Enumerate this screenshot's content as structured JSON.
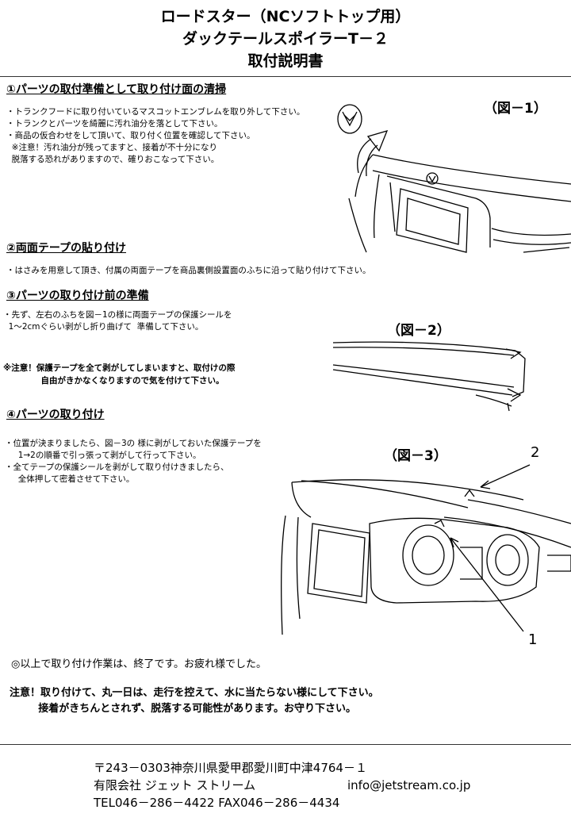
{
  "header": {
    "title_line1": "ロードスター（NCソフトトップ用）",
    "title_line2": "ダックテールスポイラーT－２",
    "title_line3": "取付説明書"
  },
  "section1": {
    "heading": "①パーツの取付準備として取り付け面の清掃",
    "lines": [
      "・トランクフードに取り付いているマスコットエンブレムを取り外して下さい。",
      "・トランクとパーツを綺麗に汚れ油分を落として下さい。",
      "・商品の仮合わせをして頂いて、取り付く位置を確認して下さい。",
      "  ※注意！汚れ油分が残ってますと、接着が不十分になり",
      "  脱落する恐れがありますので、確りおこなって下さい。"
    ],
    "figure_label": "（図－1）"
  },
  "section2": {
    "heading": "②両面テープの貼り付け",
    "line": "・はさみを用意して頂き、付属の両面テープを商品裏側設置面のふちに沿って貼り付けて下さい。"
  },
  "section3": {
    "heading": "③パーツの取り付け前の準備",
    "lines": [
      "・先ず、左右のふちを図－1の様に両面テープの保護シールを",
      "  1～2cmぐらい剥がし折り曲げて  準備して下さい。"
    ],
    "warning_lines": [
      "※注意！保護テープを全て剥がしてしまいますと、取付けの際",
      "             自由がきかなくなりますので気を付けて下さい。"
    ],
    "figure_label": "（図－2）"
  },
  "section4": {
    "heading": "④パーツの取り付け",
    "lines": [
      "・位置が決まりましたら、図－3の 様に剥がしておいた保護テープを",
      "     1→2の順番で引っ張って剥がして行って下さい。",
      "・全てテープの保護シールを剥がして取り付けきましたら、",
      "     全体押して密着させて下さい。"
    ],
    "figure_label": "（図－3）",
    "callout_1": "1",
    "callout_2": "2"
  },
  "completion": "◎以上で取り付け作業は、終了です。お疲れ様でした。",
  "final_notice": {
    "line1": "注意！取り付けて、丸一日は、走行を控えて、水に当たらない様にして下さい。",
    "line2": "        接着がきちんとされず、脱落する可能性があります。お守り下さい。"
  },
  "footer": {
    "address": "〒243－0303神奈川県愛甲郡愛川町中津4764－１",
    "company": "有限会社  ジェット  ストリーム",
    "email": "info@jetstream.co.jp",
    "phone_fax": "TEL046－286－4422  FAX046－286－4434"
  }
}
